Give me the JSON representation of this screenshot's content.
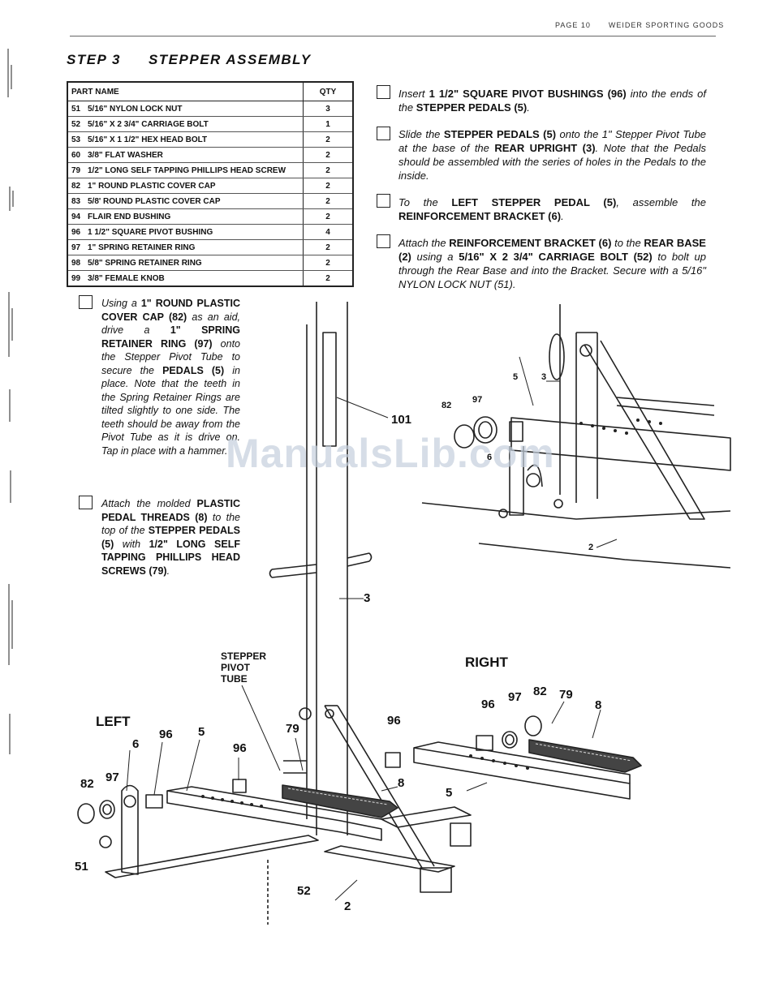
{
  "header": {
    "page": "PAGE 10",
    "company": "WEIDER SPORTING GOODS"
  },
  "step": {
    "number": "STEP 3",
    "title": "STEPPER ASSEMBLY"
  },
  "parts_table": {
    "header_name": "PART NAME",
    "header_qty": "QTY",
    "rows": [
      {
        "num": "51",
        "name": "5/16\" NYLON LOCK NUT",
        "qty": "3"
      },
      {
        "num": "52",
        "name": "5/16\" X 2 3/4\" CARRIAGE BOLT",
        "qty": "1"
      },
      {
        "num": "53",
        "name": "5/16\" X 1 1/2\" HEX HEAD BOLT",
        "qty": "2"
      },
      {
        "num": "60",
        "name": "3/8\" FLAT WASHER",
        "qty": "2"
      },
      {
        "num": "79",
        "name": "1/2\" LONG SELF TAPPING PHILLIPS HEAD SCREW",
        "qty": "2"
      },
      {
        "num": "82",
        "name": "1\" ROUND PLASTIC COVER CAP",
        "qty": "2"
      },
      {
        "num": "83",
        "name": "5/8' ROUND PLASTIC COVER CAP",
        "qty": "2"
      },
      {
        "num": "94",
        "name": "FLAIR END BUSHING",
        "qty": "2"
      },
      {
        "num": "96",
        "name": "1 1/2\" SQUARE PIVOT BUSHING",
        "qty": "4"
      },
      {
        "num": "97",
        "name": "1\" SPRING RETAINER RING",
        "qty": "2"
      },
      {
        "num": "98",
        "name": "5/8\" SPRING RETAINER RING",
        "qty": "2"
      },
      {
        "num": "99",
        "name": "3/8\" FEMALE KNOB",
        "qty": "2"
      }
    ]
  },
  "instructions_right": [
    {
      "i1": "Insert ",
      "b1": "1 1/2\" SQUARE PIVOT BUSHINGS (96)",
      "i2": " into the ends of the ",
      "b2": "STEPPER PEDALS (5)",
      "i3": ".",
      "b3": "",
      "i4": ""
    },
    {
      "i1": "Slide the ",
      "b1": "STEPPER PEDALS (5)",
      "i2": " onto the 1\" Stepper Pivot Tube at the base of the ",
      "b2": "REAR UPRIGHT (3)",
      "i3": ".  Note that the Pedals should be assembled with the series of holes in the Pedals to the inside.",
      "b3": "",
      "i4": ""
    },
    {
      "i1": "To the ",
      "b1": "LEFT STEPPER PEDAL (5)",
      "i2": ", assemble the ",
      "b2": "REINFORCEMENT BRACKET (6)",
      "i3": ".",
      "b3": "",
      "i4": ""
    },
    {
      "i1": "Attach the ",
      "b1": "REINFORCEMENT BRACKET (6)",
      "i2": " to the ",
      "b2": "REAR BASE (2)",
      "i3": " using a ",
      "b3": "5/16\" X 2 3/4\" CARRIAGE BOLT (52)",
      "i4": " to bolt up through the Rear Base and into the Bracket.  Secure with a 5/16\" NYLON LOCK NUT (51)."
    }
  ],
  "instructions_left": [
    {
      "i1": "Using a ",
      "b1": "1\" ROUND PLASTIC COVER CAP (82)",
      "i2": " as an aid, drive a ",
      "b2": "1\" SPRING RETAINER RING (97)",
      "i3": " onto the Stepper Pivot Tube to secure the ",
      "b3": "PEDALS (5)",
      "i4": " in place. Note that the teeth in the Spring Retainer Rings are tilted slightly to one side. The teeth should be away from the Pivot Tube as it is drive on.  Tap in place with a hammer."
    },
    {
      "i1": "Attach the molded ",
      "b1": "PLASTIC PEDAL THREADS (8)",
      "i2": " to the top of the ",
      "b2": "STEPPER PEDALS (5)",
      "i3": " with ",
      "b3": "1/2\" LONG SELF TAPPING PHILLIPS HEAD SCREWS (79)",
      "i4": "."
    }
  ],
  "labels": {
    "left": "LEFT",
    "right": "RIGHT",
    "stepper_pivot_tube": [
      "STEPPER",
      "PIVOT",
      "TUBE"
    ],
    "n101": "101",
    "n3a": "3",
    "n3b": "3",
    "n5a": "5",
    "n5b": "5",
    "n5c": "5",
    "n82a": "82",
    "n82b": "82",
    "n82c": "82",
    "n97a": "97",
    "n97b": "97",
    "n97c": "97",
    "n6a": "6",
    "n6b": "6",
    "n2a": "2",
    "n2b": "2",
    "n96a": "96",
    "n96b": "96",
    "n96c": "96",
    "n96d": "96",
    "n79a": "79",
    "n79b": "79",
    "n8a": "8",
    "n8b": "8",
    "n51": "51",
    "n52": "52"
  },
  "watermark": "ManualsLib.com"
}
